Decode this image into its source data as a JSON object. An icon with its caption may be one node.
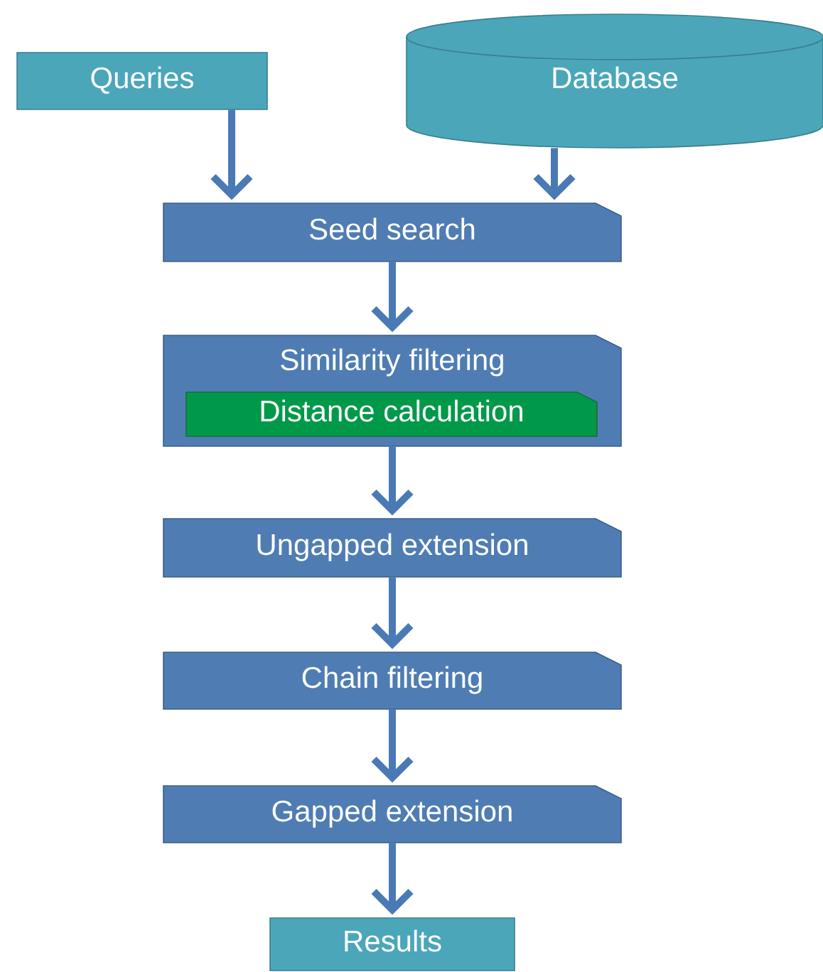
{
  "diagram": {
    "nodes": [
      {
        "text": [
          "Queries"
        ]
      },
      {
        "text": [
          "Database"
        ]
      },
      {
        "text": [
          "Seed search"
        ]
      },
      {
        "text": [
          "Similarity filtering"
        ]
      },
      {
        "text": [
          "Distance calculation"
        ],
        "in": 3
      },
      {
        "text": [
          "Ungapped extension"
        ]
      },
      {
        "text": [
          "Chain filtering"
        ]
      },
      {
        "text": [
          "Gapped extension"
        ]
      },
      {
        "text": [
          "Results"
        ]
      }
    ],
    "edges": [
      {
        "from": 0,
        "to": 2,
        "arrow": "to"
      },
      {
        "from": 1,
        "to": 2,
        "arrow": "to"
      },
      {
        "from": 2,
        "to": 3,
        "arrow": "to"
      },
      {
        "from": 3,
        "to": 5,
        "arrow": "to"
      },
      {
        "from": 5,
        "to": 6,
        "arrow": "to"
      },
      {
        "from": 6,
        "to": 7,
        "arrow": "to"
      },
      {
        "from": 7,
        "to": 8,
        "arrow": "to"
      }
    ]
  }
}
